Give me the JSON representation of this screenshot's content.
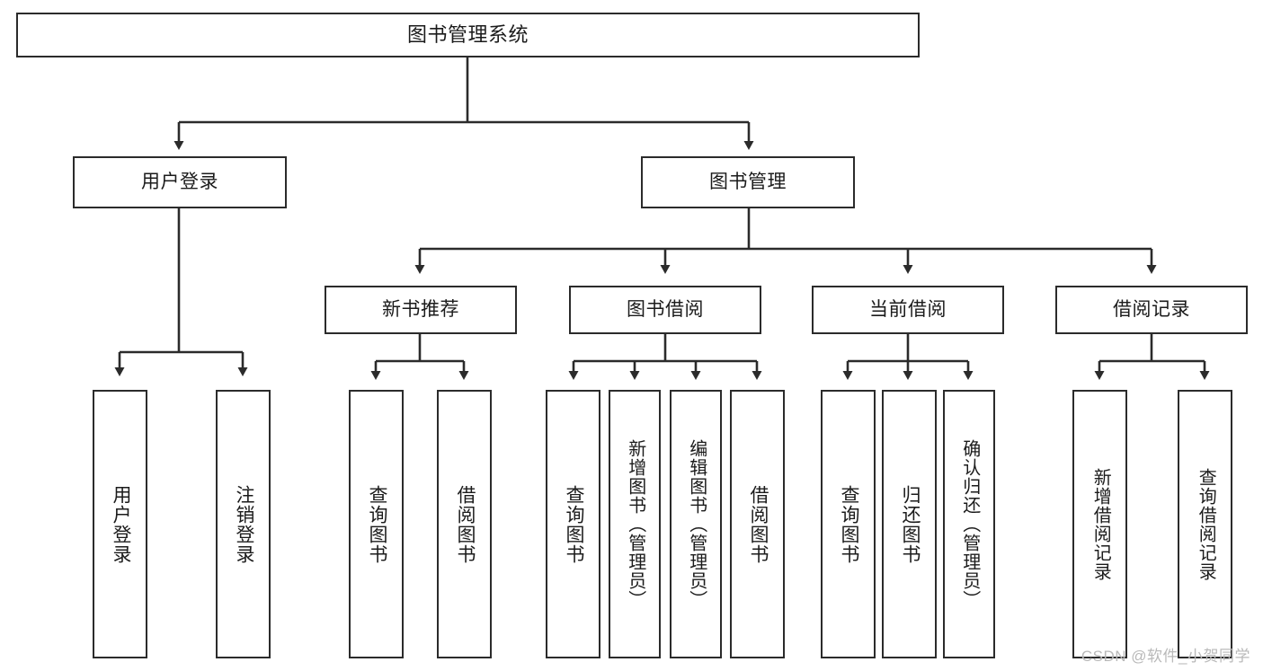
{
  "diagram": {
    "title": "图书管理系统",
    "type": "tree-hierarchy",
    "root": {
      "label": "图书管理系统"
    },
    "level1": [
      {
        "label": "用户登录"
      },
      {
        "label": "图书管理"
      }
    ],
    "level2": [
      {
        "label": "新书推荐"
      },
      {
        "label": "图书借阅"
      },
      {
        "label": "当前借阅"
      },
      {
        "label": "借阅记录"
      }
    ],
    "leaves": {
      "user_login": [
        {
          "label": "用户登录"
        },
        {
          "label": "注销登录"
        }
      ],
      "new_book_recommend": [
        {
          "label": "查询图书"
        },
        {
          "label": "借阅图书"
        }
      ],
      "book_borrow": [
        {
          "label": "查询图书"
        },
        {
          "label": "新增图书（管理员）"
        },
        {
          "label": "编辑图书（管理员）"
        },
        {
          "label": "借阅图书"
        }
      ],
      "current_borrow": [
        {
          "label": "查询图书"
        },
        {
          "label": "归还图书"
        },
        {
          "label": "确认归还（管理员）"
        }
      ],
      "borrow_record": [
        {
          "label": "新增借阅记录"
        },
        {
          "label": "查询借阅记录"
        }
      ]
    }
  },
  "watermark": {
    "text": "CSDN @软件_小贺同学"
  },
  "colors": {
    "stroke": "#2b2b2b",
    "background": "#ffffff",
    "text": "#1b1b1b",
    "watermark": "#b9b9b9"
  }
}
